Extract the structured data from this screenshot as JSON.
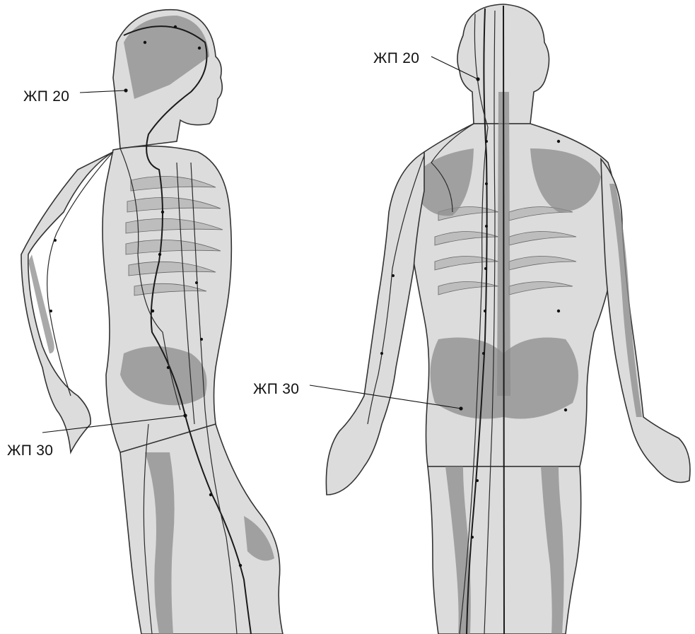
{
  "labels": {
    "side_upper": "ЖП 20",
    "side_lower": "ЖП 30",
    "back_upper": "ЖП 20",
    "back_lower": "ЖП 30"
  }
}
